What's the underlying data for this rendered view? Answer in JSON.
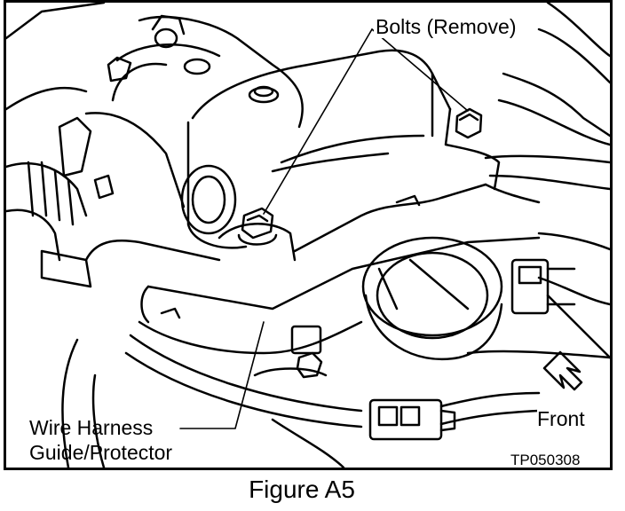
{
  "labels": {
    "bolts": "Bolts (Remove)",
    "wire_harness": "Wire Harness",
    "guide_protector": "Guide/Protector",
    "front": "Front",
    "code": "TP050308"
  },
  "caption": "Figure A5"
}
